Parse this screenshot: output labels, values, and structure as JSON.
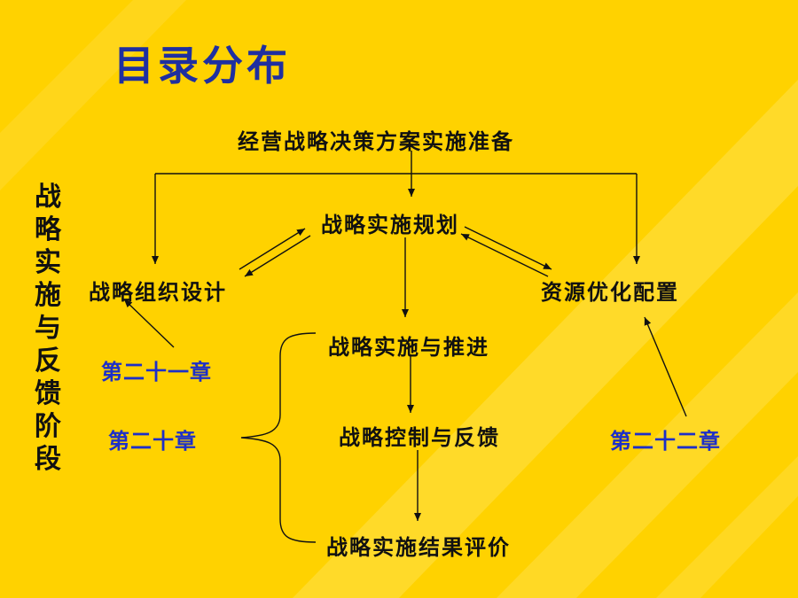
{
  "slide": {
    "title": "目录分布",
    "side_label": "战略实施与反馈阶段"
  },
  "nodes": {
    "prep": "经营战略决策方案实施准备",
    "plan": "战略实施规划",
    "org": "战略组织设计",
    "resource": "资源优化配置",
    "advance": "战略实施与推进",
    "control": "战略控制与反馈",
    "evaluate": "战略实施结果评价"
  },
  "chapters": {
    "ch21": "第二十一章",
    "ch20": "第二十章",
    "ch22": "第二十二章"
  },
  "colors": {
    "background": "#ffd200",
    "stripe": "#ffe45c",
    "title": "#1f2fa0",
    "chapter": "#1d2fc8",
    "text": "#111111"
  }
}
